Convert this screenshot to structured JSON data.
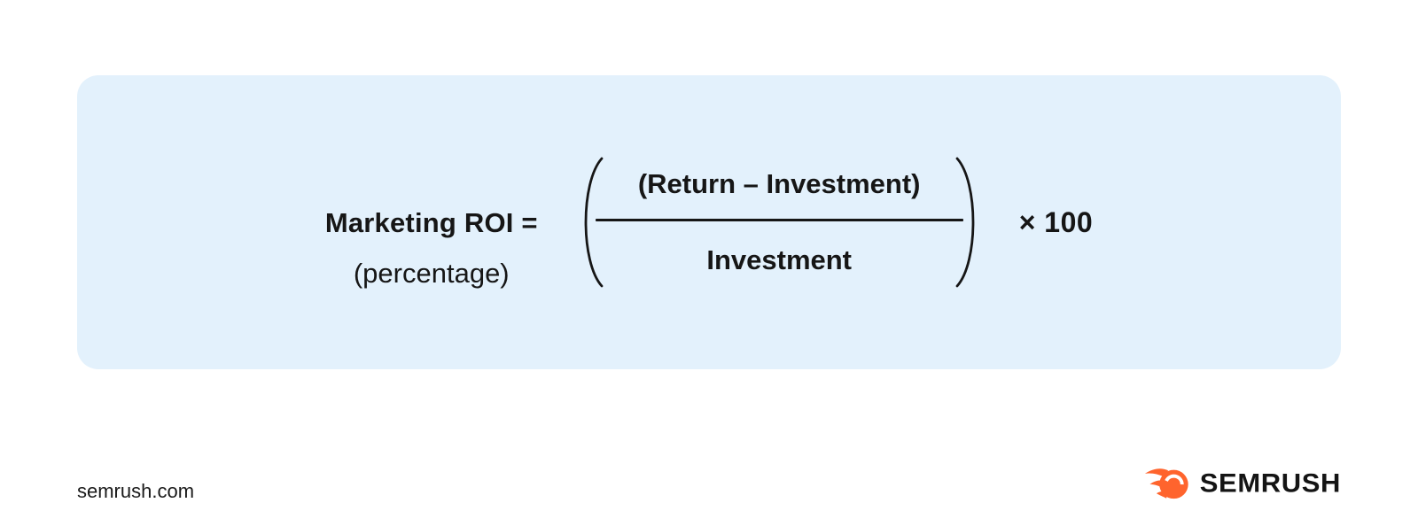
{
  "page": {
    "background": "#FFFFFF"
  },
  "card": {
    "background": "#E3F1FC",
    "text_color": "#161616",
    "formula": {
      "label_line1": "Marketing ROI =",
      "label_line2": "(percentage)",
      "numerator": "(Return – Investment)",
      "denominator": "Investment",
      "multiplier": "× 100"
    }
  },
  "footer": {
    "website": "semrush.com",
    "brand_name": "SEMRUSH",
    "brand_color": "#FF642D",
    "logo_icon": "semrush-fireball-icon"
  }
}
